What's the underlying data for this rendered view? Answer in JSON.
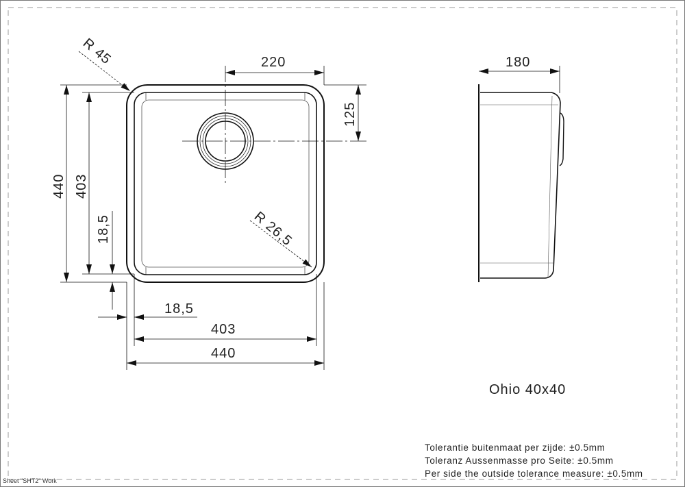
{
  "drawing": {
    "product_name": "Ohio 40x40",
    "sheet_label": "Sheet \"SHT2\" Work",
    "top_view": {
      "outer_width": "440",
      "inner_width": "403",
      "outer_height": "440",
      "inner_height": "403",
      "drain_offset_x": "220",
      "drain_offset_y": "125",
      "outer_radius": "R 45",
      "inner_radius": "R 26,5",
      "rim_offset_bottom": "18,5",
      "rim_offset_left": "18,5"
    },
    "side_view": {
      "depth": "180"
    },
    "tolerances": [
      "Tolerantie buitenmaat per zijde: ±0.5mm",
      "Toleranz Aussenmasse pro Seite: ±0.5mm",
      "Per side the outside tolerance measure: ±0.5mm"
    ],
    "colors": {
      "line": "#111111",
      "thin": "#555555",
      "frame_dash": "#999999"
    }
  }
}
